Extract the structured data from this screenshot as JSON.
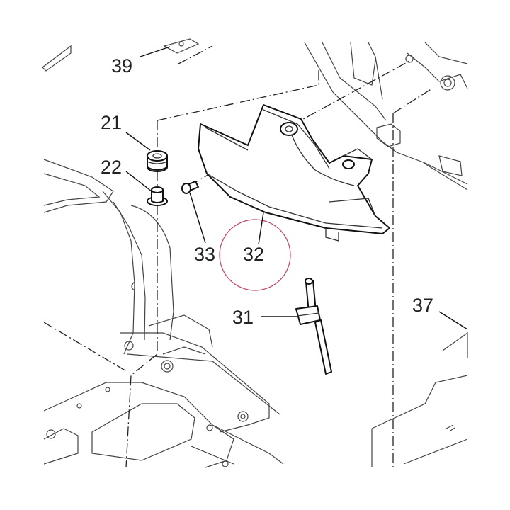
{
  "diagram": {
    "callouts": [
      {
        "id": "c39",
        "text": "39"
      },
      {
        "id": "c21",
        "text": "21"
      },
      {
        "id": "c22",
        "text": "22"
      },
      {
        "id": "c33",
        "text": "33"
      },
      {
        "id": "c32",
        "text": "32"
      },
      {
        "id": "c31",
        "text": "31"
      },
      {
        "id": "c37",
        "text": "37"
      }
    ],
    "highlight_color": "#c0405a",
    "line_color": "#111111"
  }
}
